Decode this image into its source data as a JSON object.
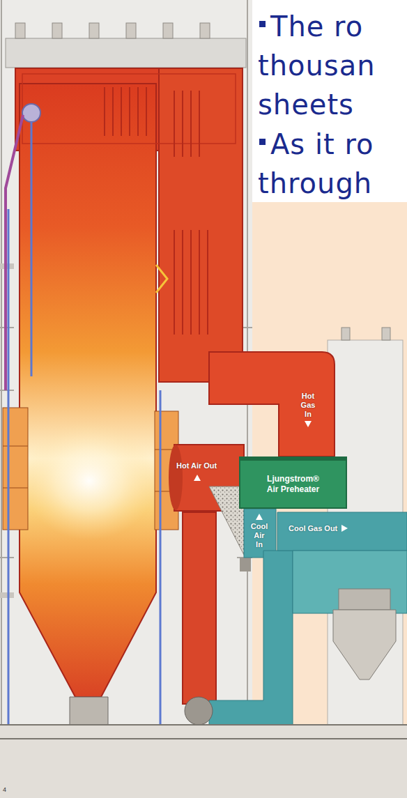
{
  "diagram": {
    "nodes": [
      {
        "text": [
          "Ljungstrom® Air Preheater"
        ]
      }
    ],
    "labels": [
      "The ro",
      "thousan",
      "sheets",
      "As it ro",
      "through",
      "Hot Air Out",
      "Hot Gas In",
      "Cool Air In",
      "Cool Gas Out",
      "4"
    ]
  }
}
